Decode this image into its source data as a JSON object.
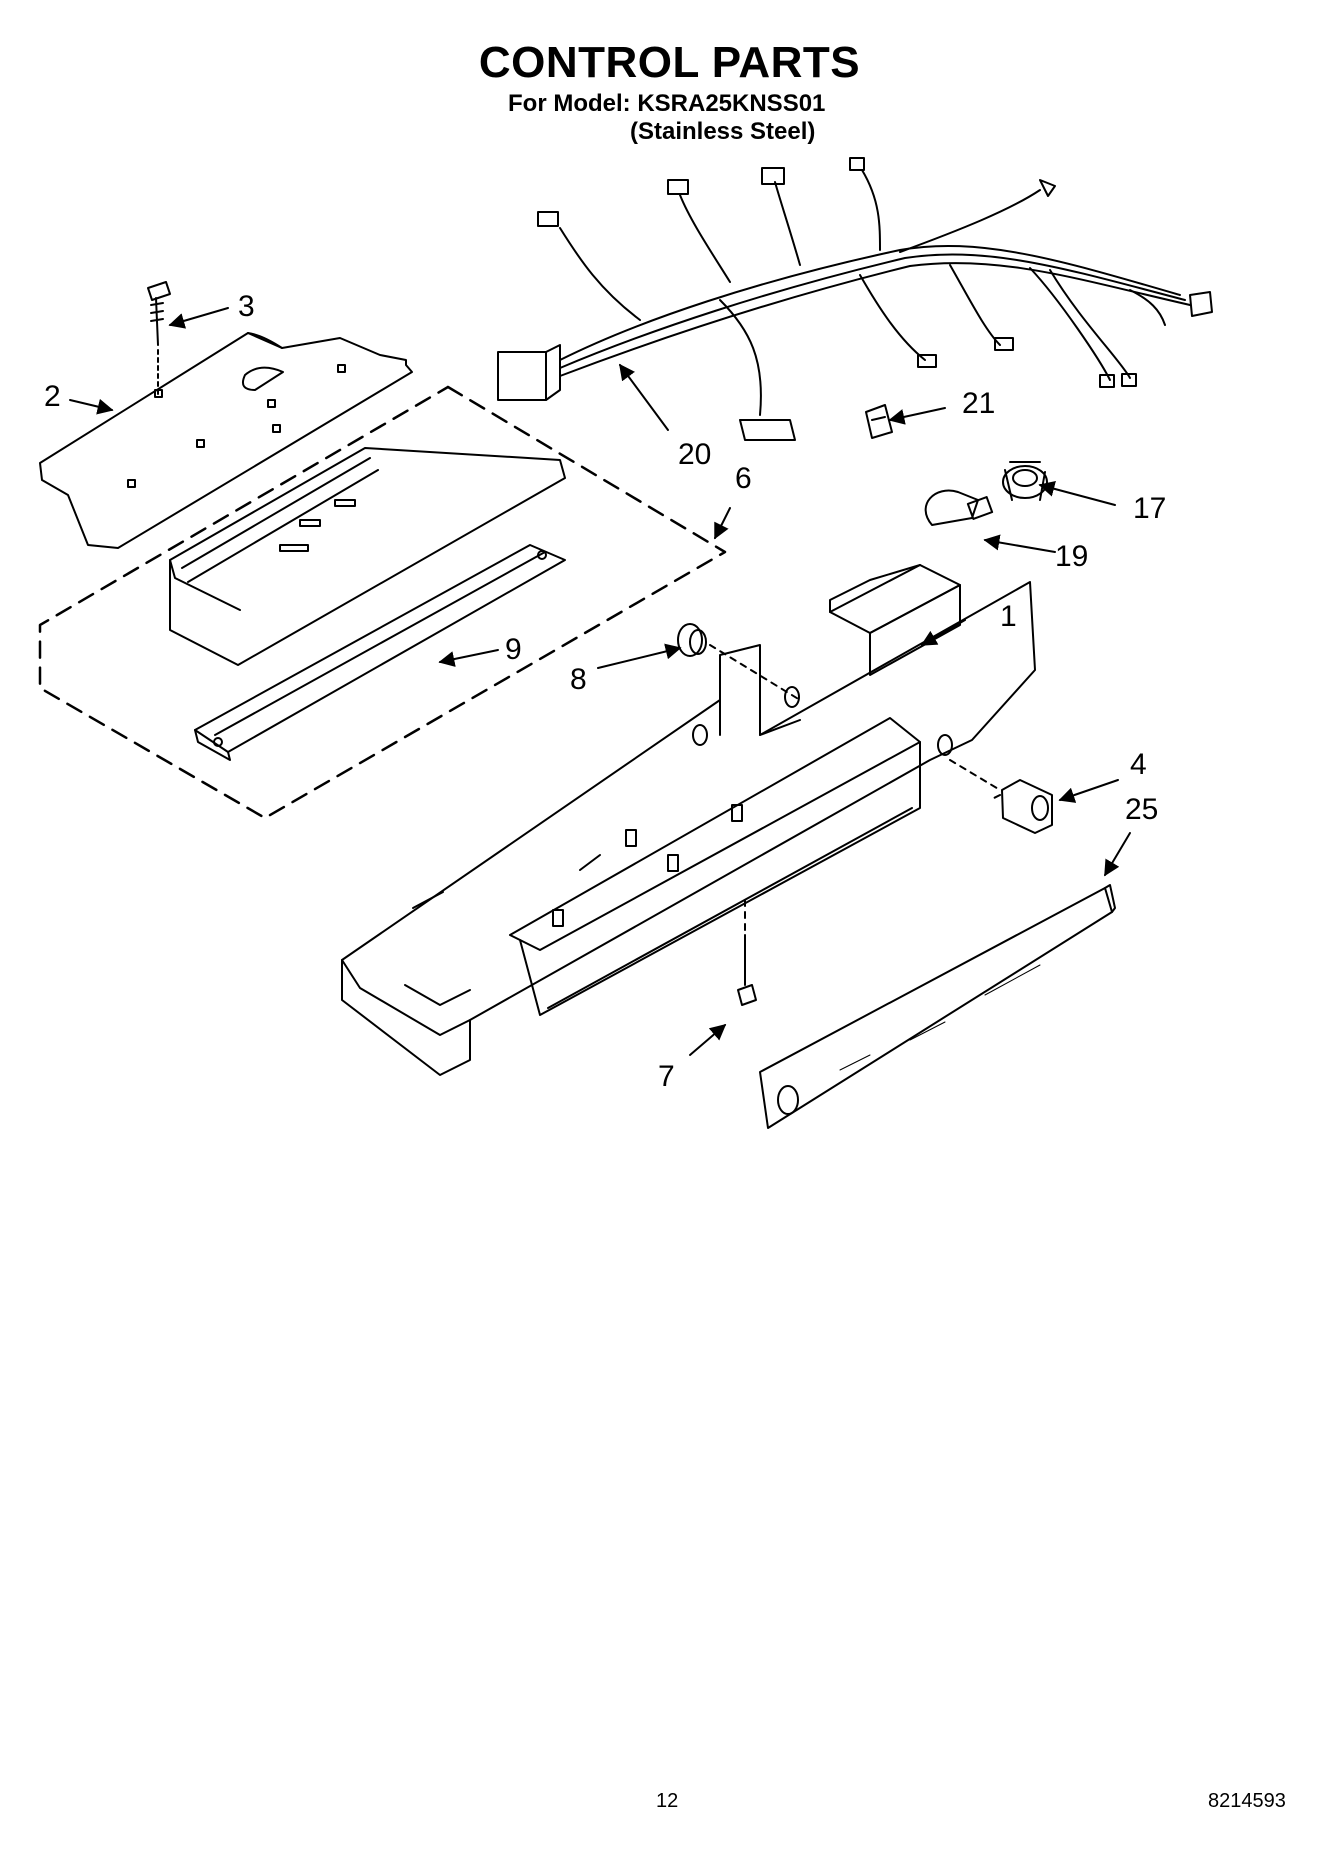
{
  "header": {
    "title": "CONTROL PARTS",
    "model_line": "For Model: KSRA25KNSS01",
    "finish_line": "(Stainless Steel)"
  },
  "callouts": [
    "1",
    "2",
    "3",
    "4",
    "6",
    "7",
    "8",
    "9",
    "17",
    "19",
    "20",
    "21",
    "25"
  ],
  "footer": {
    "page_number": "12",
    "doc_number": "8214593"
  },
  "style": {
    "line_color": "#000000",
    "background": "#ffffff"
  }
}
